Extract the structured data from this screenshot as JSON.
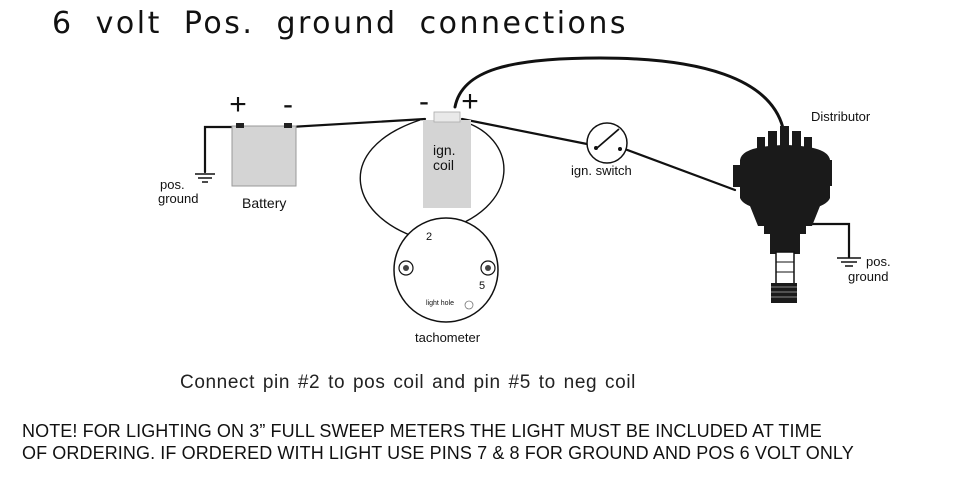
{
  "title": "6 volt Pos. ground connections",
  "labels": {
    "battery": "Battery",
    "battery_plus": "+",
    "battery_minus": "-",
    "pos_ground_left_line1": "pos.",
    "pos_ground_left_line2": "ground",
    "coil_line1": "ign.",
    "coil_line2": "coil",
    "coil_minus": "-",
    "coil_plus": "+",
    "ign_switch": "ign. switch",
    "distributor": "Distributor",
    "pos_ground_right_line1": "pos.",
    "pos_ground_right_line2": "ground",
    "tachometer": "tachometer",
    "pin_2": "2",
    "pin_5": "5",
    "light_hole": "light hole"
  },
  "caption": "Connect pin #2 to pos coil and pin #5 to neg coil",
  "note": {
    "line1": "NOTE!  FOR LIGHTING ON 3” FULL SWEEP METERS THE LIGHT MUST BE INCLUDED AT TIME",
    "line2": "OF ORDERING.  IF ORDERED WITH LIGHT USE PINS 7 & 8 FOR GROUND AND POS 6 VOLT ONLY"
  },
  "colors": {
    "ink": "#111111",
    "component_fill": "#d4d4d4",
    "distributor_fill": "#1a1a1a"
  }
}
